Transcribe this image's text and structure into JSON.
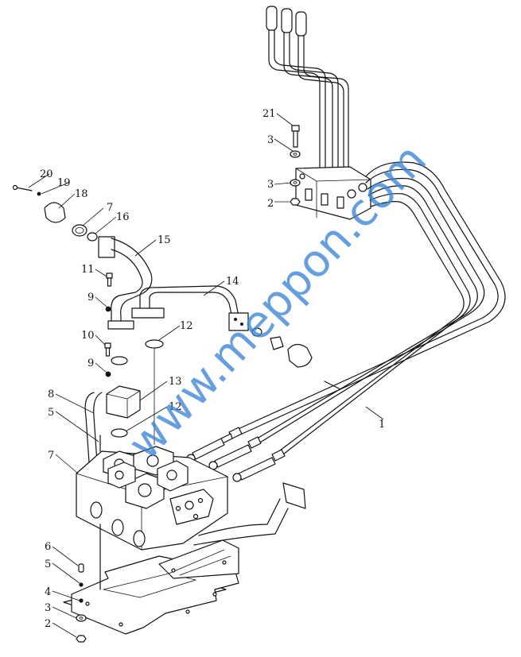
{
  "diagram": {
    "callouts": [
      {
        "id": "c-1",
        "label": "1"
      },
      {
        "id": "c-2-top",
        "label": "2"
      },
      {
        "id": "c-2-bottom",
        "label": "2"
      },
      {
        "id": "c-3-top-a",
        "label": "3"
      },
      {
        "id": "c-3-top-b",
        "label": "3"
      },
      {
        "id": "c-3-bottom",
        "label": "3"
      },
      {
        "id": "c-4",
        "label": "4"
      },
      {
        "id": "c-5-upper",
        "label": "5"
      },
      {
        "id": "c-5-lower",
        "label": "5"
      },
      {
        "id": "c-6",
        "label": "6"
      },
      {
        "id": "c-7-upper",
        "label": "7"
      },
      {
        "id": "c-7-lower",
        "label": "7"
      },
      {
        "id": "c-8",
        "label": "8"
      },
      {
        "id": "c-9-upper",
        "label": "9"
      },
      {
        "id": "c-9-lower",
        "label": "9"
      },
      {
        "id": "c-10",
        "label": "10"
      },
      {
        "id": "c-11",
        "label": "11"
      },
      {
        "id": "c-12-upper",
        "label": "12"
      },
      {
        "id": "c-12-lower",
        "label": "12"
      },
      {
        "id": "c-13",
        "label": "13"
      },
      {
        "id": "c-14",
        "label": "14"
      },
      {
        "id": "c-15",
        "label": "15"
      },
      {
        "id": "c-16",
        "label": "16"
      },
      {
        "id": "c-18",
        "label": "18"
      },
      {
        "id": "c-19",
        "label": "19"
      },
      {
        "id": "c-20",
        "label": "20"
      },
      {
        "id": "c-21",
        "label": "21"
      }
    ],
    "watermark": "www.meppon.com"
  }
}
